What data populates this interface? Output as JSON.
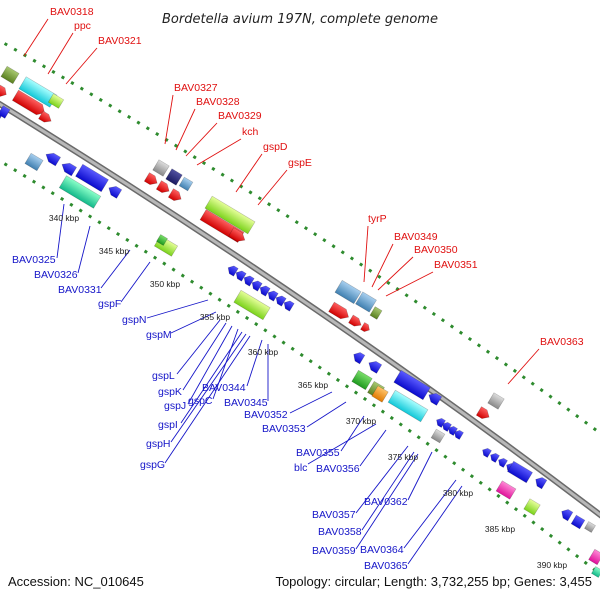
{
  "title": "Bordetella avium 197N, complete genome",
  "footer": {
    "accession": "Accession: NC_010645",
    "topology": "Topology: circular; Length: 3,732,255 bp; Genes: 3,455"
  },
  "kbp_ticks": [
    "340 kbp",
    "345 kbp",
    "350 kbp",
    "355 kbp",
    "360 kbp",
    "365 kbp",
    "370 kbp",
    "375 kbp",
    "380 kbp",
    "385 kbp",
    "390 kbp"
  ],
  "outer_labels": [
    "BAV0318",
    "ppc",
    "BAV0321",
    "BAV0327",
    "BAV0328",
    "BAV0329",
    "kch",
    "gspD",
    "gspE",
    "tyrP",
    "BAV0349",
    "BAV0350",
    "BAV0351",
    "BAV0363"
  ],
  "inner_labels": [
    "BAV0325",
    "BAV0326",
    "BAV0331",
    "gspF",
    "gspN",
    "gspM",
    "gspL",
    "gspK",
    "gspJ",
    "gspC",
    "gspI",
    "gspH",
    "gspG",
    "BAV0344",
    "BAV0345",
    "BAV0352",
    "BAV0353",
    "BAV0355",
    "blc",
    "BAV0356",
    "BAV0357",
    "BAV0362",
    "BAV0358",
    "BAV0359",
    "BAV0364",
    "BAV0365"
  ],
  "colors": {
    "outer_label": "#e01010",
    "inner_label": "#1515c8",
    "backbone": "#8c8c8c",
    "dotted_track": "#2e8b2e",
    "forward_gene": "#ee1111",
    "reverse_gene": "#1111dd"
  },
  "features": [
    {
      "name": "BAV0318",
      "type": "cds",
      "strand": "+",
      "color": "red",
      "label_index": 0
    },
    {
      "name": "ppc",
      "type": "cds",
      "strand": "+",
      "color": "red",
      "label_index": 1
    },
    {
      "name": "BAV0321",
      "type": "cds",
      "strand": "+",
      "color": "red",
      "label_index": 2
    },
    {
      "name": "BAV0327",
      "type": "cds",
      "strand": "+",
      "color": "red"
    },
    {
      "name": "BAV0328",
      "type": "cds",
      "strand": "+",
      "color": "red"
    },
    {
      "name": "BAV0329",
      "type": "cds",
      "strand": "+",
      "color": "red"
    },
    {
      "name": "kch",
      "type": "cds",
      "strand": "+",
      "color": "red"
    },
    {
      "name": "gspD",
      "type": "cds",
      "strand": "+",
      "color": "red"
    },
    {
      "name": "gspE",
      "type": "cds",
      "strand": "+",
      "color": "red"
    },
    {
      "name": "tyrP",
      "type": "cds",
      "strand": "+",
      "color": "red"
    },
    {
      "name": "BAV0349",
      "type": "cds",
      "strand": "+",
      "color": "red"
    },
    {
      "name": "BAV0350",
      "type": "cds",
      "strand": "+",
      "color": "red"
    },
    {
      "name": "BAV0351",
      "type": "cds",
      "strand": "+",
      "color": "red"
    },
    {
      "name": "BAV0363",
      "type": "cds",
      "strand": "+",
      "color": "red"
    }
  ]
}
